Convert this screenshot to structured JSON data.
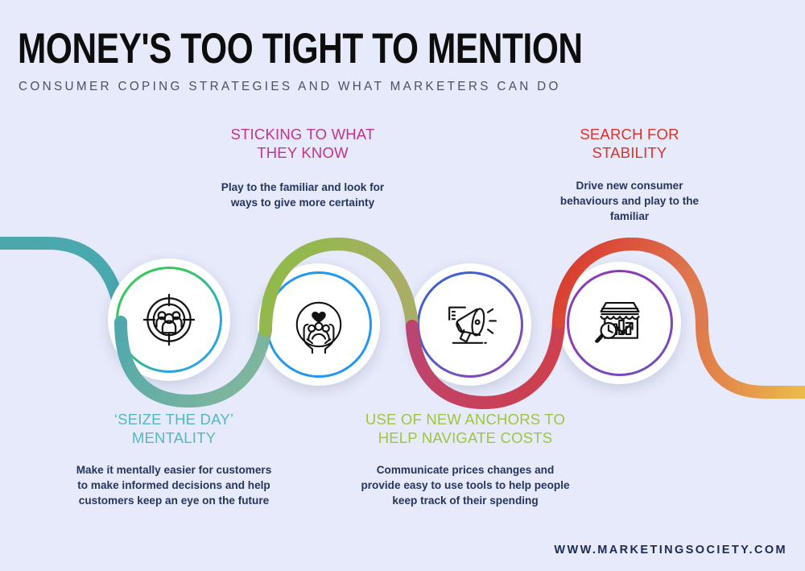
{
  "header": {
    "title": "MONEY'S TOO TIGHT TO MENTION",
    "subtitle": "CONSUMER COPING STRATEGIES AND WHAT MARKETERS CAN DO"
  },
  "colors": {
    "background": "#e6eafa",
    "title": "#0d0d0d",
    "subtitle": "#4a5160",
    "body_text": "#24355e",
    "magenta": "#c2328e",
    "red": "#e03127",
    "teal": "#55b6c2",
    "green": "#9dc63f",
    "blue": "#2196f3",
    "purple": "#8e3bb0",
    "ribbon_teal": "#4aa8ad",
    "ribbon_green": "#8dbb45",
    "ribbon_magenta": "#b6417a",
    "ribbon_red": "#d8342c",
    "ribbon_yellow": "#edc council"
  },
  "nodes": [
    {
      "id": "node1",
      "icon_name": "target-audience-icon",
      "ring_from": "#34c759",
      "ring_to": "#29a6e0"
    },
    {
      "id": "node2",
      "icon_name": "hands-holding-people-heart-icon",
      "ring_from": "#2196f3",
      "ring_to": "#2196f3"
    },
    {
      "id": "node3",
      "icon_name": "megaphone-icon",
      "ring_from": "#3a5fd0",
      "ring_to": "#9b3fb5"
    },
    {
      "id": "node4",
      "icon_name": "shop-analytics-search-icon",
      "ring_from": "#8e3bb0",
      "ring_to": "#6a4fc0"
    }
  ],
  "captions": [
    {
      "id": "cap-sticking",
      "heading": "STICKING TO WHAT\nTHEY KNOW",
      "body": "Play to the familiar and look for\nways to give more certainty",
      "color": "#c2328e"
    },
    {
      "id": "cap-search",
      "heading": "SEARCH FOR\nSTABILITY",
      "body": "Drive new consumer\nbehaviours and play to the\nfamiliar",
      "color": "#e03127"
    },
    {
      "id": "cap-seize",
      "heading": "‘SEIZE THE DAY’\nMENTALITY",
      "body": "Make it mentally easier for customers\nto make informed decisions and help\ncustomers keep an eye on the future",
      "color": "#55b6c2"
    },
    {
      "id": "cap-anchors",
      "heading": "USE OF NEW ANCHORS TO\nHELP NAVIGATE COSTS",
      "body": "Communicate prices changes and\nprovide easy to use tools to help people\nkeep track of their spending",
      "color": "#9dc63f"
    }
  ],
  "footer": {
    "url": "WWW.MARKETINGSOCIETY.COM"
  }
}
